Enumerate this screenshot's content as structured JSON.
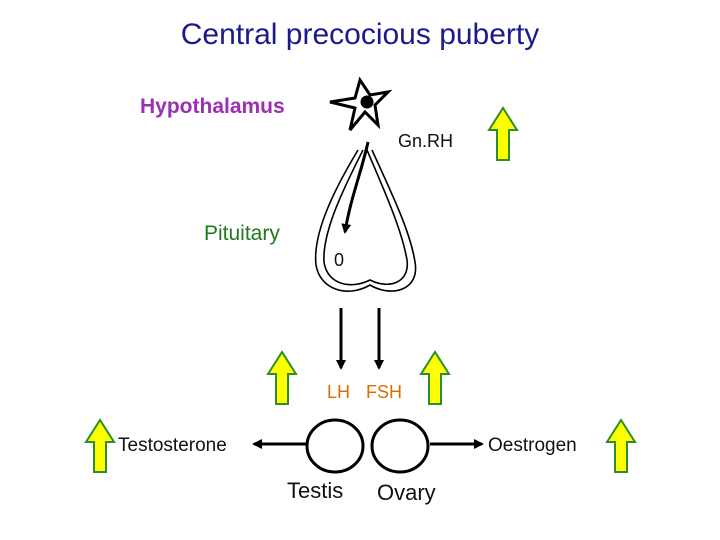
{
  "title": "Central precocious puberty",
  "labels": {
    "hypothalamus": "Hypothalamus",
    "gnrh": "Gn.RH",
    "pituitary": "Pituitary",
    "pituitary_mark": "0",
    "lh": "LH",
    "fsh": "FSH",
    "testosterone": "Testosterone",
    "oestrogen": "Oestrogen",
    "testis": "Testis",
    "ovary": "Ovary"
  },
  "colors": {
    "title": "#1a1a8c",
    "hypothalamus": "#9b30b0",
    "pituitary": "#1f7a1f",
    "gnrh": "#111111",
    "lh_fsh": "#d86f00",
    "text_dark": "#111111",
    "up_arrow_fill": "#ffff00",
    "up_arrow_stroke": "#2a8f2a",
    "stroke": "#000000"
  },
  "icons": {
    "up_arrows": [
      "increase-arrow-icon",
      "increase-arrow-icon",
      "increase-arrow-icon",
      "increase-arrow-icon",
      "increase-arrow-icon"
    ],
    "neuron": "neuron-icon"
  }
}
